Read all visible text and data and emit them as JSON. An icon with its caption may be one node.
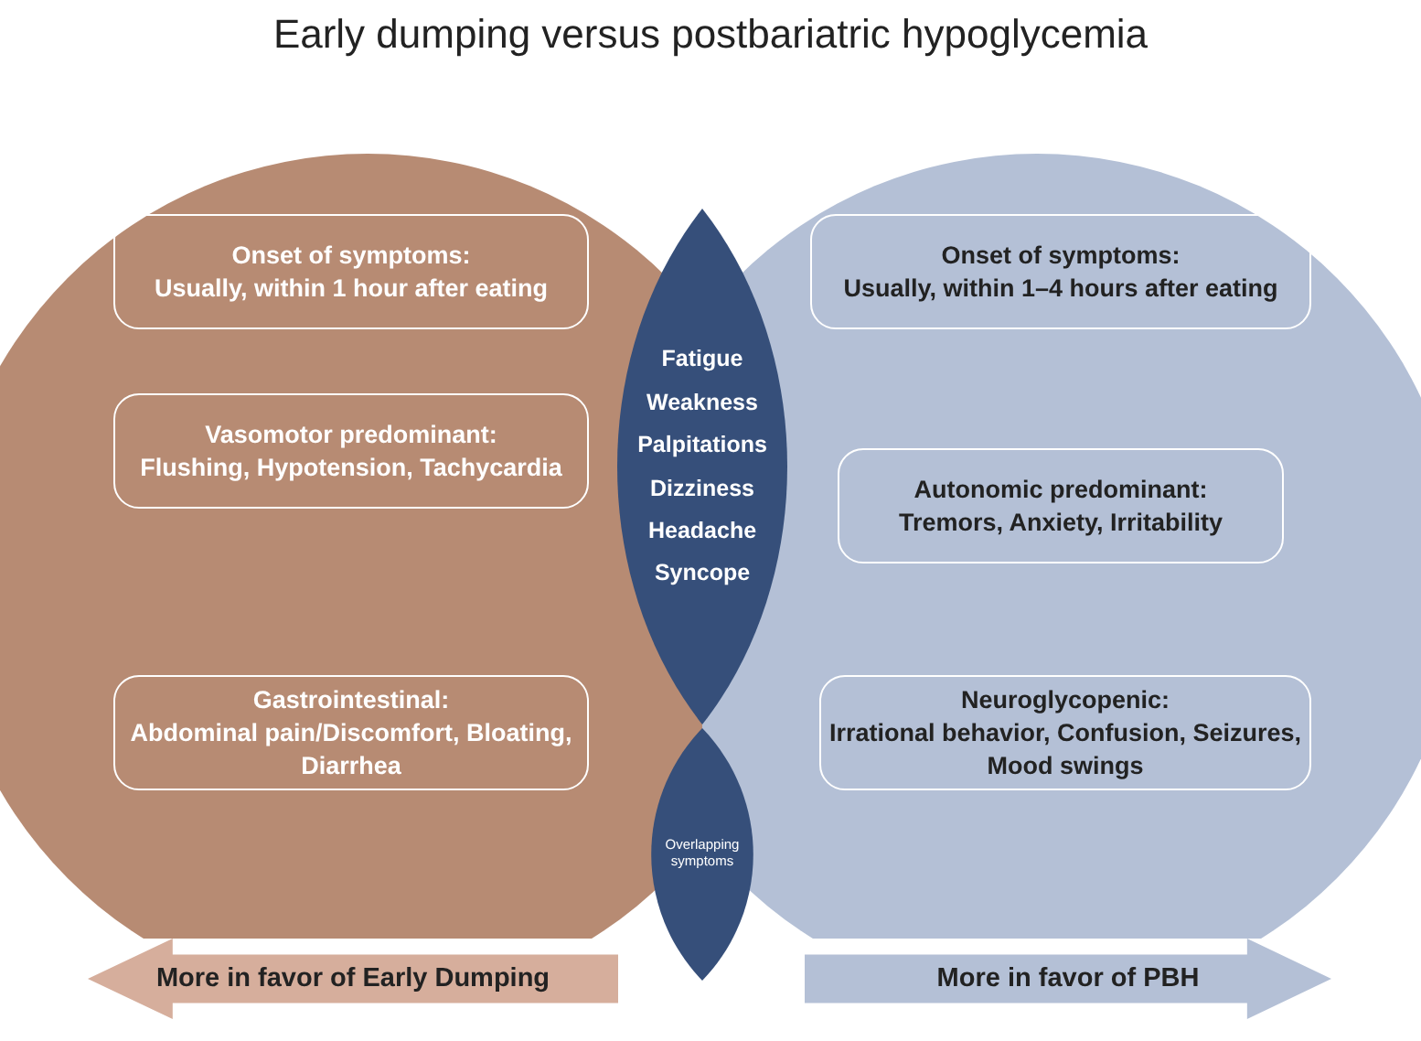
{
  "diagram": {
    "title": "Early dumping versus postbariatric hypoglycemia",
    "nodes": [
      {
        "text": [],
        "shape": "circle"
      },
      {
        "text": [
          "Onset of symptoms:",
          "Usually, within 1 hour after eating"
        ],
        "in": 0
      },
      {
        "text": [
          "Vasomotor predominant:",
          "Flushing, Hypotension, Tachycardia"
        ],
        "in": 0
      },
      {
        "text": [
          "Gastrointestinal:",
          "Abdominal pain/Discomfort, Bloating, Diarrhea"
        ],
        "in": 0
      },
      {
        "text": [],
        "shape": "circle"
      },
      {
        "text": [
          "Onset of symptoms:",
          "Usually, within 1–4 hours after eating"
        ],
        "in": 4
      },
      {
        "text": [
          "Autonomic predominant:",
          "Tremors, Anxiety, Irritability"
        ],
        "in": 4
      },
      {
        "text": [
          "Neuroglycopenic:",
          "Irrational behavior, Confusion, Seizures, Mood swings"
        ],
        "in": 4
      },
      {
        "text": [
          "Fatigue",
          "Weakness",
          "Palpitations",
          "Dizziness",
          "Headache",
          "Syncope"
        ]
      },
      {
        "text": [
          "Overlapping symptoms"
        ]
      },
      {
        "text": [
          "More in favor of Early Dumping"
        ]
      },
      {
        "text": [
          "More in favor of PBH"
        ]
      }
    ],
    "edges": []
  }
}
